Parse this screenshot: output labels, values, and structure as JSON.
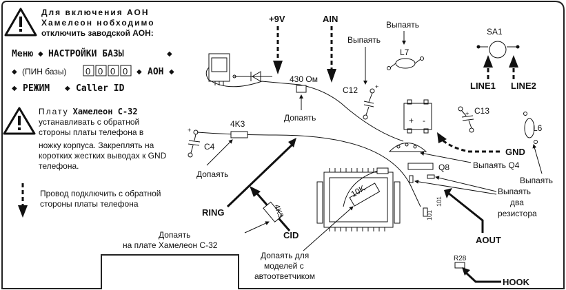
{
  "note_top": {
    "line1": "Для включения АОН",
    "line2": "Хамелеон нобходимо",
    "line3": "отключить заводской АОН:"
  },
  "menu_path": {
    "menu": "Меню",
    "settings": "НАСТРОЙКИ БАЗЫ",
    "pin_label": "(ПИН базы)",
    "pin_digits": [
      "0",
      "0",
      "0",
      "0"
    ],
    "aon": "АОН",
    "mode": "РЕЖИМ",
    "caller_id": "Caller ID"
  },
  "note_mid": {
    "line1_a": "Плату",
    "line1_b": "Хамелеон С-32",
    "line2": "устанавливать с обратной",
    "line3": "стороны платы телефона в",
    "line4": "ножку корпуса. Закреплять на",
    "line5": "коротких жестких выводах к GND",
    "line6": "телефона."
  },
  "note_wire": {
    "line1": "Провод подключить с обратной",
    "line2": "стороны платы телефона"
  },
  "labels": {
    "v9": "+9V",
    "ain": "AIN",
    "vypaiat_c12": "Выпаять",
    "vypaiat_l7": "Выпаять",
    "l7": "L7",
    "sa1": "SA1",
    "line1": "LINE1",
    "line2": "LINE2",
    "r430": "430 Ом",
    "c12": "C12",
    "dopaiat_430": "Допаять",
    "c13": "C13",
    "l6": "L6",
    "r4k3_top": "4K3",
    "c4": "C4",
    "dopaiat_4k3": "Допаять",
    "gnd": "GND",
    "vypaiat_q4": "Выпаять Q4",
    "q8": "Q8",
    "vypaiat_l6": "Выпаять",
    "vypaiat_two_1": "Выпаять",
    "vypaiat_two_2": "два",
    "vypaiat_two_3": "резистора",
    "r10k": "10K",
    "r101_a": "101",
    "r101_b": "101",
    "ring": "RING",
    "r4k3_cid": "4K3",
    "cid": "CID",
    "dopaiat_cham_1": "Допаять",
    "dopaiat_cham_2": "на плате Хамелеон С-32",
    "dopaiat_models_1": "Допаять для",
    "dopaiat_models_2": "моделей с",
    "dopaiat_models_3": "автоответчиком",
    "aout": "AOUT",
    "r28": "R28",
    "hook": "HOOK",
    "c4_plus": "+",
    "c13_plus": "+",
    "c12_plus": "+",
    "q_plus": "+",
    "q_minus": "-"
  }
}
